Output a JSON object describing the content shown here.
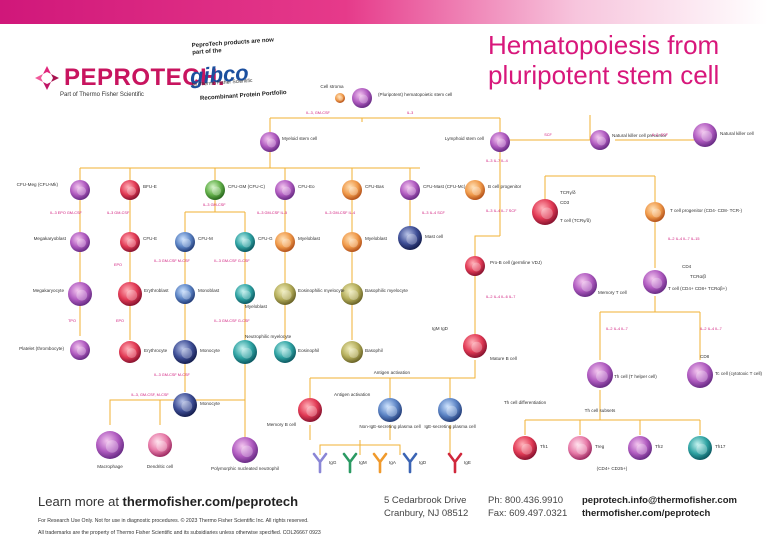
{
  "header": {
    "title_line1": "Hematopoiesis from",
    "title_line2": "pluripotent stem cell",
    "brand": "PEPROTECH.",
    "brand_sub": "Part of Thermo Fisher Scientific",
    "gibco_note": "PeproTech products are now part of the",
    "gibco": "gibco",
    "gibco_by": "by Thermo Fisher Scientific",
    "gibco_portfolio": "Recombinant Protein Portfolio"
  },
  "colors": {
    "accent": "#d0177a",
    "connector": "#f2b233",
    "title": "#d8177b"
  },
  "cells": {
    "stem_label": "(Pluripotent) hematopoietic stem cell",
    "stroma": "Cell stroma",
    "myeloid": "Myeloid stem cell",
    "lymphoid": "Lymphoid stem cell",
    "nk_prec": "Natural killer cell precursor",
    "nk": "Natural killer cell",
    "cfu_meg": "CFU-Meg (CFU-Mk)",
    "bfu_e": "BFU-E",
    "cfu_gm": "CFU-GM (CFU-C)",
    "cfu_eo": "CFU-Eo",
    "cfu_bas": "CFU-Bas",
    "cfu_mast": "CFU-Mast (CFU-Mc)",
    "b_prog": "B cell progenitor",
    "megakaryoblast": "Megakaryoblast",
    "cfu_e": "CFU-E",
    "cfu_m": "CFU-M",
    "cfu_g": "CFU-G",
    "myeloblast1": "Myeloblast",
    "myeloblast2": "Myeloblast",
    "mast": "Mast cell",
    "prob": "Pro-B cell (germline VDJ)",
    "megakaryocyte": "Megakaryocyte",
    "erythroblast": "Erythroblast",
    "monoblast": "Monoblast",
    "myeloblast3": "Myeloblast",
    "eos_myel": "Eosinophilic myelocyte",
    "bas_myel": "Basophilic myelocyte",
    "platelet": "Platelet (thrombocyte)",
    "erythrocyte": "Erythrocyte",
    "monocyte": "Monocyte",
    "neutrophil": "Neutrophilic myelocyte",
    "eosinophil": "Eosinophil",
    "basophil": "Basophil",
    "mature_b": "Mature B cell",
    "macrophage_pre": "Monocyte",
    "macrophage": "Macrophage",
    "dendritic": "Dendritic cell",
    "neutrophil2": "Polymorphic nucleated neutrophil",
    "memory_b": "Memory B cell",
    "non_ige": "Non-IgE-secreting plasma cell",
    "ige": "IgE-secreting plasma cell",
    "antigen_act1": "Antigen activation",
    "antigen_act2": "Antigen activation",
    "igm_igd": "IgM IgD",
    "t_cell": "T cell (TCRγ/δ)",
    "t_prog": "T cell progenitor (CD4- CD8- TCR-)",
    "memory_t": "Memory T cell",
    "t_cell2": "T cell (CD4+ CD8+ TCRαβ+)",
    "th_cell": "Th cell (T helper cell)",
    "tc_cell": "Tc cell (cytotoxic T cell)",
    "th_diff": "Th cell differentiation",
    "th_subsets": "Th cell subsets",
    "th1": "Th1",
    "treg": "Treg",
    "th2": "Th2",
    "th17": "Th17",
    "cd4_cd25": "(CD4+ CD25+)",
    "ig_igg": "IgG",
    "ig_iga": "IgA",
    "ig_ige": "IgE",
    "ig_igd": "IgD",
    "ig_igm": "IgM",
    "tcrgd": "TCRγ/δ",
    "cd3": "CD3",
    "cd4": "CD4",
    "cd8": "CD8",
    "tcrab": "TCRα/β"
  },
  "factors": {
    "f_stem_myeloid": "IL-3, GM-CSF",
    "f_stem_lymphoid": "IL-3",
    "f_nk1": "SCF",
    "f_nk2": "IL-2, SCF",
    "f_meg": "IL-3 EPO GM-CSF",
    "f_bfu": "IL-3 GM-CSF",
    "f_gm": "IL-3 GM-CSF",
    "f_eo": "IL-3 GM-CSF IL-5",
    "f_bas": "IL-3 GM-CSF IL-4",
    "f_mast": "IL-3 IL-4 SCF",
    "f_lymph": "IL-3 IL-7 IL-4",
    "f_bprog": "IL-3 IL-4 IL-7 SCF",
    "f_tprog": "IL-2 IL-4 IL-7 IL-15",
    "f_cfu_e": "EPO",
    "f_cfu_m": "IL-3 GM-CSF M-CSF",
    "f_cfu_g": "IL-3 GM-CSF G-CSF",
    "f_mono": "IL-3 GM-CSF M-CSF",
    "f_neut": "IL-3 GM-CSF G-CSF",
    "f_plat": "TPO",
    "f_ery": "EPO",
    "f_mac": "IL-3, GM-CSF, M-CSF",
    "f_matb": "IL-2 IL-4 IL-6 IL-7",
    "f_tcells": "IL-2 IL-4 IL-7",
    "f_th": "IL-2 IL-4 IL-7"
  },
  "footer": {
    "learn_prefix": "Learn more at ",
    "learn_url": "thermofisher.com/peprotech",
    "research": "For Research Use Only. Not for use in diagnostic procedures. © 2023 Thermo Fisher Scientific Inc. All rights reserved.",
    "trademarks": "All trademarks are the property of Thermo Fisher Scientific and its subsidiaries unless otherwise specified. COL26667 0923",
    "address1": "5 Cedarbrook Drive",
    "address2": "Cranbury, NJ 08512",
    "phone": "Ph: 800.436.9910",
    "fax": "Fax: 609.497.0321",
    "email": "peprotech.info@thermofisher.com",
    "site": "thermofisher.com/peprotech"
  }
}
